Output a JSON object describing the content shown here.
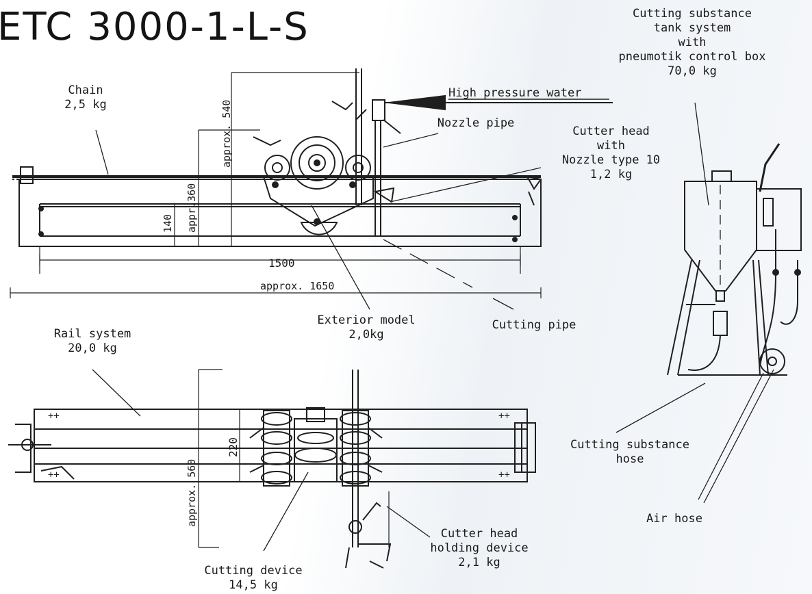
{
  "title": "ETC 3000-1-L-S",
  "labels": {
    "chain": "Chain\n2,5 kg",
    "high_pressure_water": "High pressure water",
    "nozzle_pipe": "Nozzle pipe",
    "cutter_head": "Cutter head\nwith\nNozzle type 10\n1,2 kg",
    "tank_system": "Cutting substance\ntank system\nwith\npneumotik control box\n70,0 kg",
    "exterior_model": "Exterior model\n2,0kg",
    "cutting_pipe": "Cutting pipe",
    "rail_system": "Rail system\n20,0 kg",
    "cutting_substance_hose": "Cutting substance\nhose",
    "air_hose": "Air hose",
    "cutter_head_holding": "Cutter head\nholding device\n2,1 kg",
    "cutting_device": "Cutting device\n14,5 kg"
  },
  "dimensions": {
    "d540": "approx. 540",
    "d360": "appr.360",
    "d140": "140",
    "d1500": "1500",
    "d1650": "approx. 1650",
    "d220": "220",
    "d560": "approx. 560"
  },
  "colors": {
    "line": "#1f1f1f",
    "background_tint": "#eef2f6"
  }
}
